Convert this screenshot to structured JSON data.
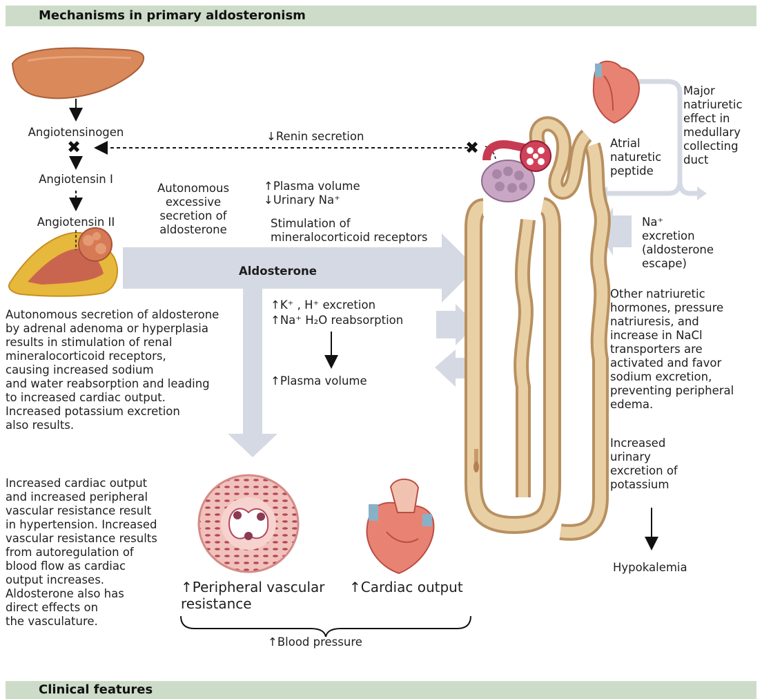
{
  "header": {
    "title": "Mechanisms in primary aldosteronism"
  },
  "footer_banner": {
    "title": "Clinical features"
  },
  "cascade": {
    "angiotensinogen": "Angiotensinogen",
    "angiotensin1": "Angiotensin I",
    "angiotensin2": "Angiotensin II",
    "renin": "↓Renin secretion"
  },
  "center": {
    "autonomous": [
      "Autonomous",
      "excessive",
      "secretion of",
      "aldosterone"
    ],
    "plasma_volume_up": "↑Plasma volume",
    "urinary_na_down": "↓Urinary Na⁺",
    "stimulation": [
      "Stimulation of",
      "mineralocorticoid receptors"
    ],
    "aldosterone": "Aldosterone",
    "k_h_excretion": "↑K⁺ , H⁺  excretion",
    "na_h2o": "↑Na⁺  H₂O reabsorption",
    "plasma_volume": "↑Plasma volume"
  },
  "left_text": {
    "adrenal_desc": [
      "Autonomous secretion of aldosterone",
      "by adrenal adenoma or hyperplasia",
      "results in stimulation of renal",
      "mineralocorticoid receptors,",
      "causing increased sodium",
      "and water reabsorption and leading",
      "to increased cardiac output.",
      "Increased potassium excretion",
      "also results."
    ],
    "hypertension_desc": [
      "Increased cardiac output",
      "and increased peripheral",
      "vascular resistance result",
      "in hypertension. Increased",
      "vascular resistance results",
      "from autoregulation of",
      "blood flow as cardiac",
      "output increases.",
      "Aldosterone also has",
      "direct effects on",
      "the vasculature."
    ]
  },
  "bottom": {
    "pvr": [
      "↑Peripheral vascular",
      "resistance"
    ],
    "cardiac_output": "↑Cardiac output",
    "blood_pressure": "↑Blood pressure"
  },
  "right": {
    "major": [
      "Major",
      "natriuretic",
      "effect in",
      "medullary",
      "collecting",
      "duct"
    ],
    "anp": [
      "Atrial",
      "naturetic",
      "peptide"
    ],
    "na_excretion": [
      "Na⁺",
      "excretion",
      "(aldosterone",
      "escape)"
    ],
    "other": [
      "Other natriuretic",
      "hormones, pressure",
      "natriuresis, and",
      "increase in NaCl",
      "transporters are",
      "activated and favor",
      "sodium excretion,",
      "preventing peripheral",
      "edema."
    ],
    "increased_k": [
      "Increased",
      "urinary",
      "excretion of",
      "potassium"
    ],
    "hypokalemia": "Hypokalemia"
  },
  "colors": {
    "banner": "#cddcc8",
    "flow_arrow": "#d5d9e3",
    "liver": "#d9895a",
    "adrenal": "#e6b83c",
    "heart": "#e88272",
    "nephron": "#d7b585",
    "glomerulus": "#c9a6c4",
    "vessel_wall": "#e7a09a"
  },
  "icons": [
    "liver-image",
    "adrenal-image",
    "heart-image",
    "nephron-image",
    "vessel-cross-section-image",
    "block-x-icon"
  ]
}
